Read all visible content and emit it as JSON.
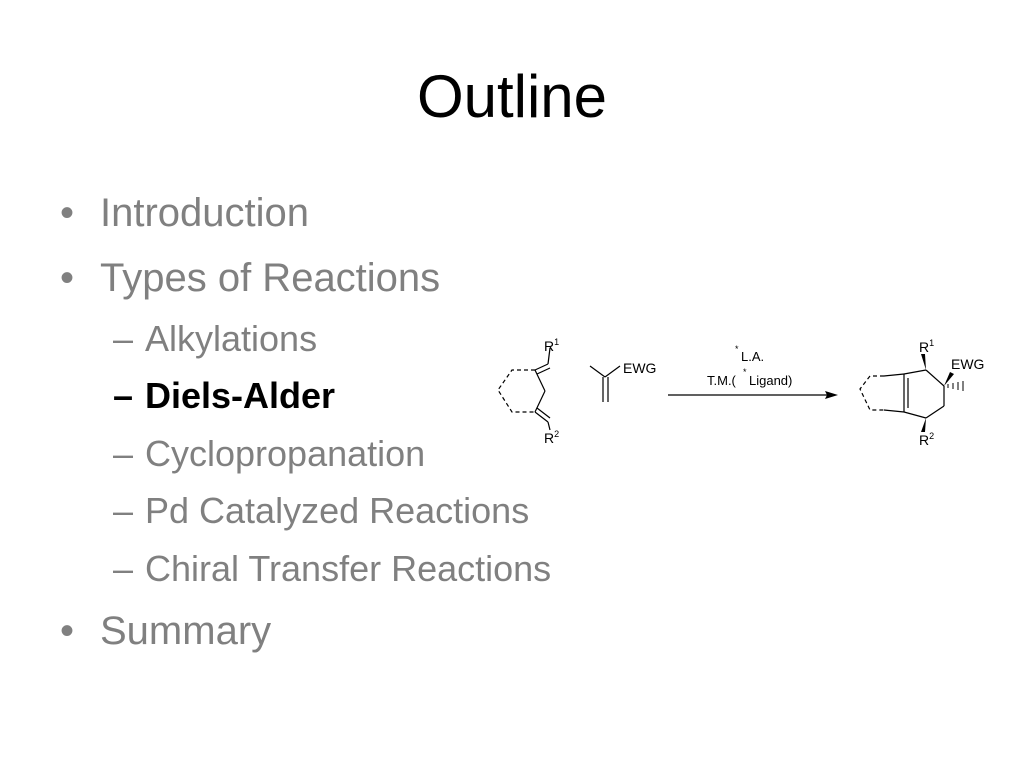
{
  "slide": {
    "title": "Outline",
    "items": [
      {
        "level": 1,
        "marker": "•",
        "label": "Introduction",
        "active": false
      },
      {
        "level": 1,
        "marker": "•",
        "label": "Types of Reactions",
        "active": false
      },
      {
        "level": 2,
        "marker": "–",
        "label": "Alkylations",
        "active": false
      },
      {
        "level": 2,
        "marker": "–",
        "label": "Diels-Alder",
        "active": true
      },
      {
        "level": 2,
        "marker": "–",
        "label": "Cyclopropanation",
        "active": false
      },
      {
        "level": 2,
        "marker": "–",
        "label": "Pd Catalyzed Reactions",
        "active": false
      },
      {
        "level": 2,
        "marker": "–",
        "label": "Chiral Transfer Reactions",
        "active": false
      },
      {
        "level": 1,
        "marker": "•",
        "label": "Summary",
        "active": false
      }
    ]
  },
  "scheme": {
    "diene_sub1": "R",
    "diene_sub1_sup": "1",
    "diene_sub2": "R",
    "diene_sub2_sup": "2",
    "dienophile_group": "EWG",
    "catalyst_star1": "*",
    "catalyst_line1": "L.A.",
    "catalyst_line2a": "T.M.(",
    "catalyst_star2": "*",
    "catalyst_line2b": "Ligand)",
    "product_sub1": "R",
    "product_sub1_sup": "1",
    "product_sub2": "R",
    "product_sub2_sup": "2",
    "product_group": "EWG"
  },
  "colors": {
    "inactive_text": "#808080",
    "active_text": "#000000"
  }
}
